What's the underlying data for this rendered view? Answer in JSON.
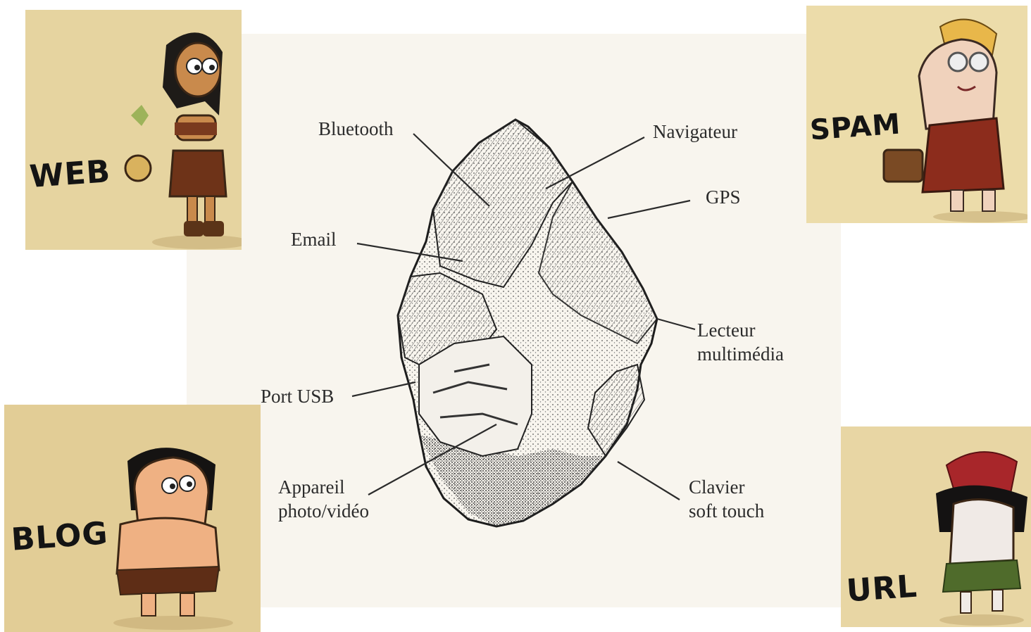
{
  "diagram": {
    "labels": {
      "bluetooth": "Bluetooth",
      "navigateur": "Navigateur",
      "gps": "GPS",
      "email": "Email",
      "lecteur_1": "Lecteur",
      "lecteur_2": "multimédia",
      "port_usb": "Port USB",
      "appareil_1": "Appareil",
      "appareil_2": "photo/vidéo",
      "clavier_1": "Clavier",
      "clavier_2": "soft touch"
    }
  },
  "cards": {
    "web": "WEB",
    "spam": "SPAM",
    "blog": "BLOG",
    "url": "URL"
  },
  "colors": {
    "parchment": "#f8f5ee",
    "card_bg": "#e8d7a3",
    "ink": "#2b2b2b"
  }
}
